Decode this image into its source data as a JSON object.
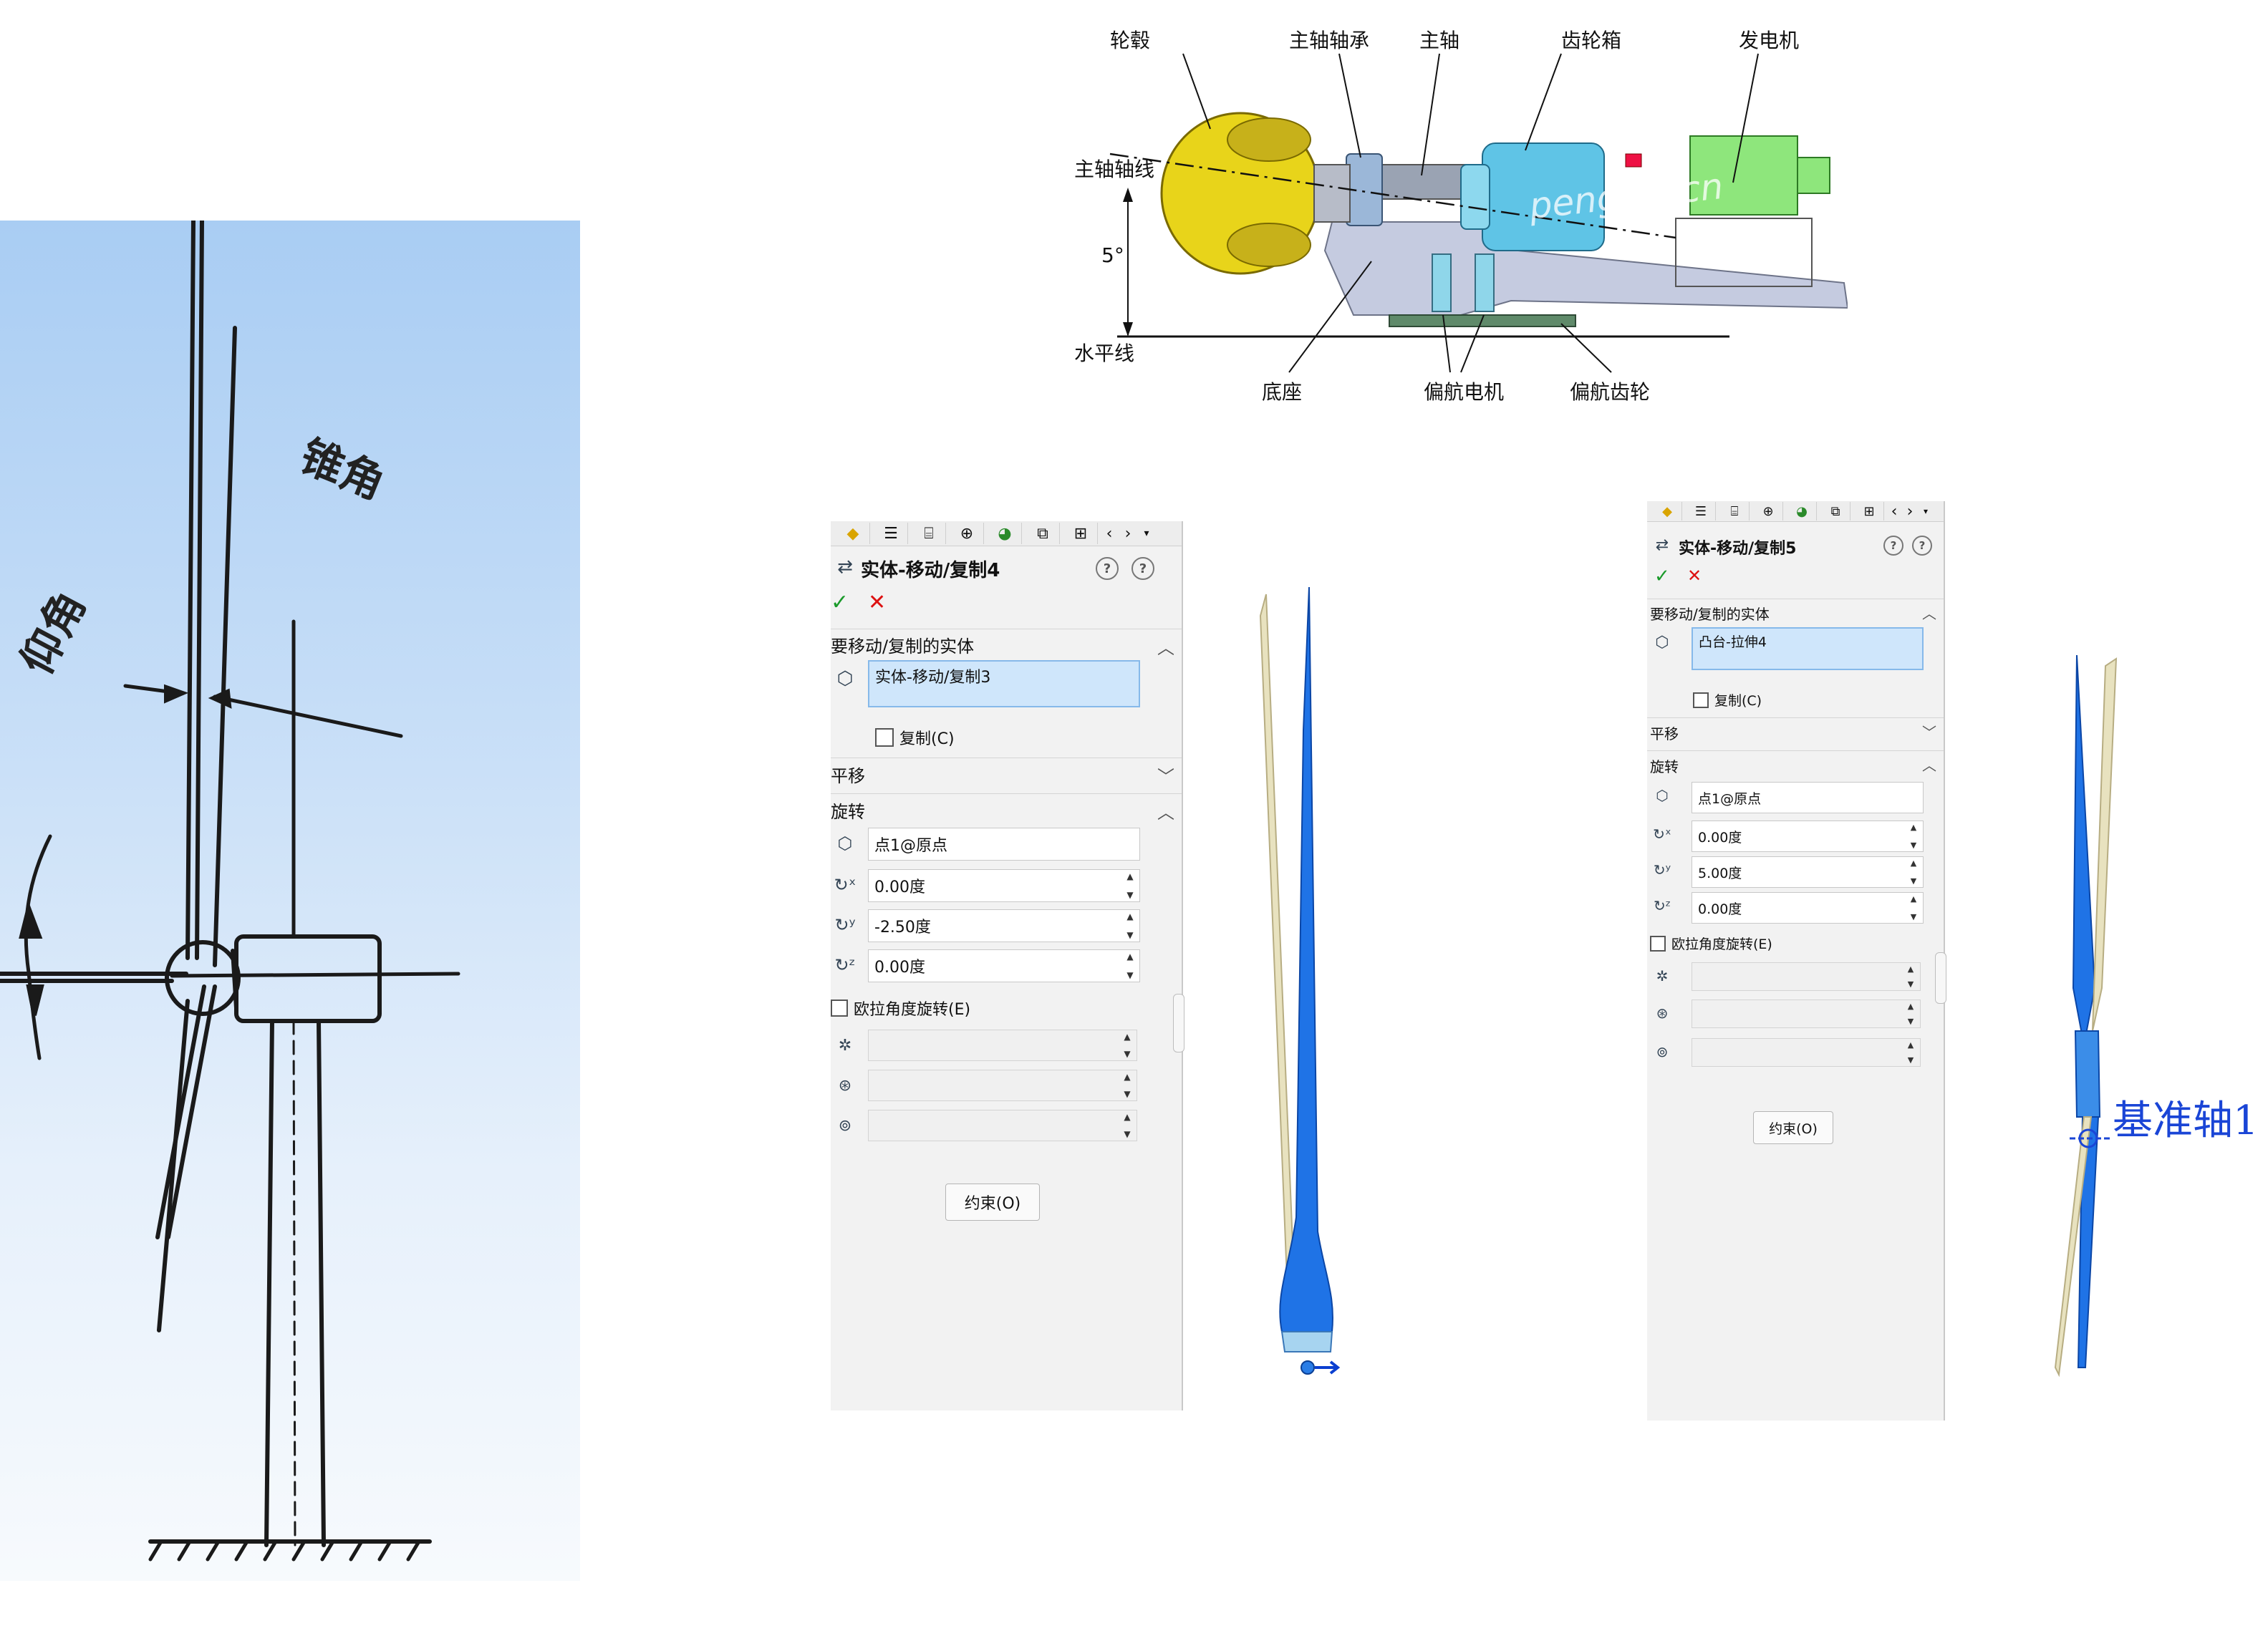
{
  "turbine_sketch": {
    "labels": {
      "cone_angle": "锥角",
      "tilt_angle": "仰角"
    }
  },
  "drivetrain": {
    "labels": {
      "hub": "轮毂",
      "main_bearing": "主轴轴承",
      "main_shaft": "主轴",
      "gearbox": "齿轮箱",
      "generator": "发电机",
      "shaft_axis": "主轴轴线",
      "angle": "5°",
      "horizontal": "水平线",
      "base": "底座",
      "yaw_motor": "偏航电机",
      "yaw_gear": "偏航齿轮"
    },
    "watermark": "peng ky.cn",
    "colors": {
      "hub": "#e8d41a",
      "gearbox": "#5fc4e6",
      "generator": "#8ee67c",
      "base": "#c5cbe0"
    }
  },
  "panel_left": {
    "title": "实体-移动/复制4",
    "help_1": "?",
    "help_2": "?",
    "ok": "✓",
    "cancel": "✕",
    "bodies_section": "要移动/复制的实体",
    "bodies_value": "实体-移动/复制3",
    "copy_label": "复制(C)",
    "translate_section": "平移",
    "rotate_section": "旋转",
    "rotate_point": "点1@原点",
    "rot_x": "0.00度",
    "rot_y": "-2.50度",
    "rot_z": "0.00度",
    "euler_label": "欧拉角度旋转(E)",
    "constraint_button": "约束(O)"
  },
  "panel_right": {
    "title": "实体-移动/复制5",
    "help_1": "?",
    "help_2": "?",
    "ok": "✓",
    "cancel": "✕",
    "bodies_section": "要移动/复制的实体",
    "bodies_value": "凸台-拉伸4",
    "copy_label": "复制(C)",
    "translate_section": "平移",
    "rotate_section": "旋转",
    "rotate_point": "点1@原点",
    "rot_x": "0.00度",
    "rot_y": "5.00度",
    "rot_z": "0.00度",
    "euler_label": "欧拉角度旋转(E)",
    "constraint_button": "约束(O)"
  },
  "viewport_right": {
    "axis_label": "基准轴1"
  },
  "colors": {
    "blade_blue": "#1f73e6",
    "blade_cream": "#e8e2bf",
    "panel_bg": "#f2f2f2",
    "selection_bg": "#cfe6fb"
  }
}
